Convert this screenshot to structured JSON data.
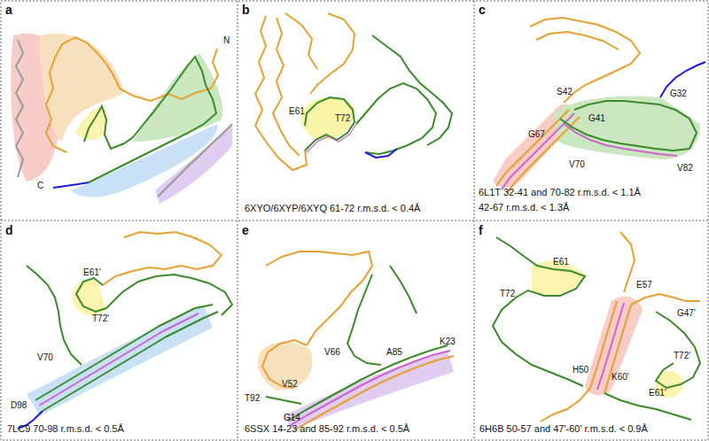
{
  "diagram": {
    "labels": [
      "a",
      "N",
      "C",
      "b",
      "E61",
      "T72",
      "6XYO/6XYP/6XYQ 61-72 r.m.s.d. < 0.4Å",
      "c",
      "G32",
      "S42",
      "G41",
      "G67",
      "V70",
      "V82",
      "6L1T 32-41 and 70-82 r.m.s.d. < 1.1Å",
      "42-67 r.m.s.d. < 1.3Å",
      "d",
      "E61'",
      "T72'",
      "V70",
      "D98",
      "7LC9 70-98 r.m.s.d. < 0.5Å",
      "e",
      "V52",
      "V66",
      "A85",
      "T92",
      "K23",
      "G14",
      "6SSX 14-23 and 85-92 r.m.s.d. < 0.5Å",
      "f",
      "E61",
      "T72",
      "E57",
      "G47'",
      "H50",
      "K60'",
      "T72'",
      "E61'",
      "6H6B 50-57 and 47'-60' r.m.s.d. < 0.9Å"
    ]
  }
}
